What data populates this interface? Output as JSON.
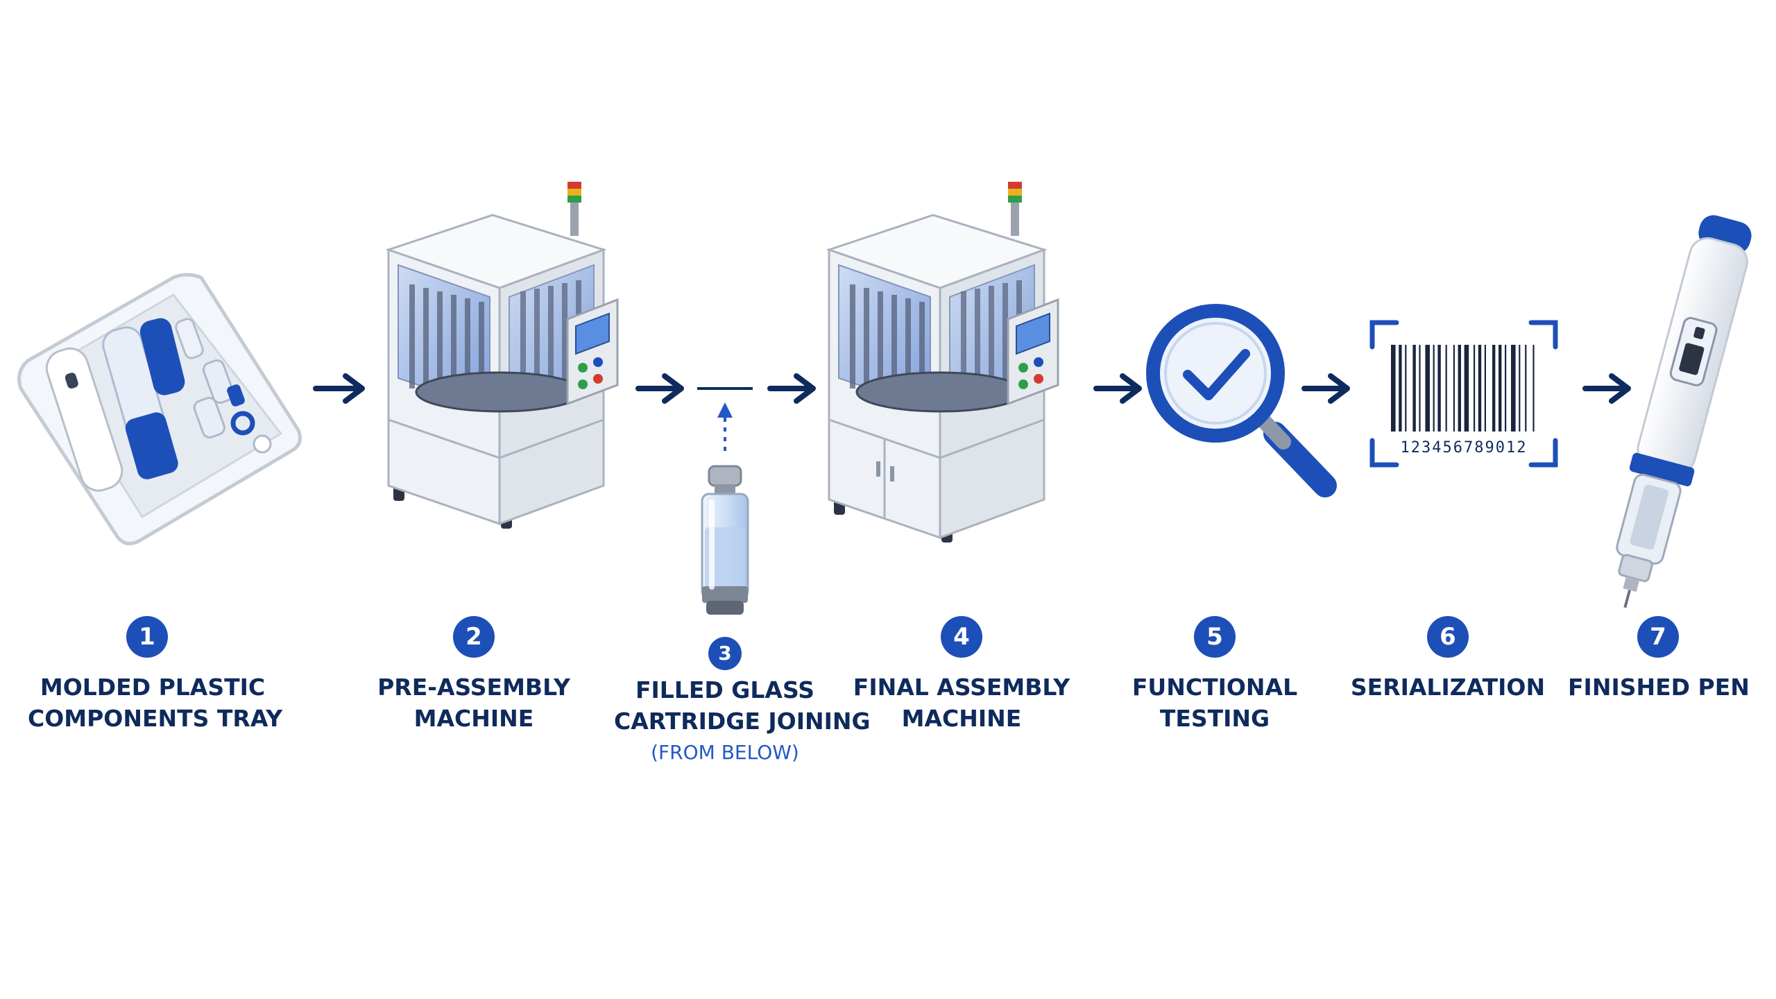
{
  "colors": {
    "accent": "#1d4fb8",
    "navy": "#0f2a5c",
    "note": "#2358c6",
    "steel": "#d9dee6",
    "glass": "#9fbbe6"
  },
  "steps": [
    {
      "number": "1",
      "lines": [
        "MOLDED PLASTIC",
        "COMPONENTS TRAY"
      ]
    },
    {
      "number": "2",
      "lines": [
        "PRE-ASSEMBLY",
        "MACHINE"
      ]
    },
    {
      "number": "3",
      "lines": [
        "FILLED GLASS",
        "CARTRIDGE JOINING"
      ],
      "note": "(FROM BELOW)"
    },
    {
      "number": "4",
      "lines": [
        "FINAL ASSEMBLY",
        "MACHINE"
      ]
    },
    {
      "number": "5",
      "lines": [
        "FUNCTIONAL",
        "TESTING"
      ]
    },
    {
      "number": "6",
      "lines": [
        "SERIALIZATION"
      ]
    },
    {
      "number": "7",
      "lines": [
        "FINISHED PEN"
      ]
    }
  ],
  "barcode": {
    "digits": "123456789012"
  },
  "icons": {
    "step1": "component-tray-icon",
    "step2": "pre-assembly-machine-icon",
    "step3": "glass-cartridge-icon",
    "step4": "final-assembly-machine-icon",
    "step5": "magnifier-check-icon",
    "step6": "barcode-icon",
    "step7": "injection-pen-icon"
  }
}
